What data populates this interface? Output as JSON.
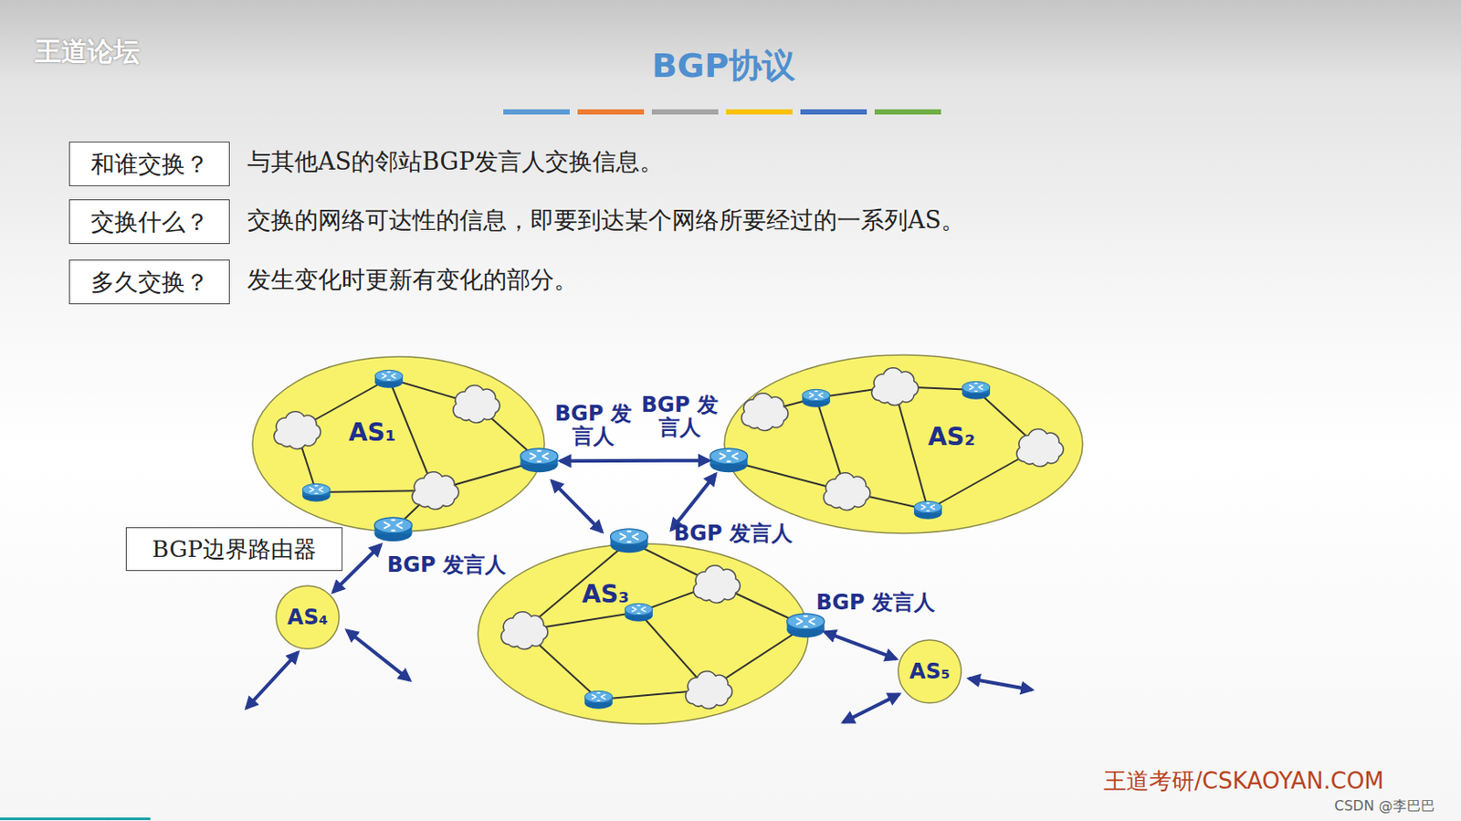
{
  "diagram": {
    "title": "BGP协议",
    "nodes": [
      {
        "text": [
          "和谁交换？"
        ]
      },
      {
        "text": [
          "交换什么？"
        ]
      },
      {
        "text": [
          "多久交换？"
        ]
      },
      {
        "text": [
          "AS₁"
        ]
      },
      {
        "text": [
          "AS₂"
        ]
      },
      {
        "text": [
          "BGP边界路由器"
        ]
      },
      {
        "text": [
          "AS₃"
        ]
      },
      {
        "text": [
          "AS₄"
        ]
      },
      {
        "text": [
          "AS₅"
        ]
      }
    ],
    "edges": [
      {
        "from": 3,
        "to": 4,
        "arrow": "both"
      },
      {
        "from": 3,
        "to": 6,
        "arrow": "both"
      },
      {
        "from": 4,
        "to": 6,
        "arrow": "both"
      },
      {
        "from": 3,
        "to": 7,
        "arrow": "both"
      },
      {
        "from": 6,
        "to": 8,
        "arrow": "both"
      }
    ],
    "labels": [
      "王道论坛",
      "与其他AS的邻站BGP发言人交换信息。",
      "交换的网络可达性的信息，即要到达某个网络所要经过的一系列AS。",
      "发生变化时更新有变化的部分。",
      "BGP 发言人",
      "BGP 发言人",
      "BGP 发言人",
      "BGP 发言人",
      "BGP 发言人",
      "王道考研/CSKAOYAN.COM",
      "CSDN @李巴巴"
    ]
  }
}
